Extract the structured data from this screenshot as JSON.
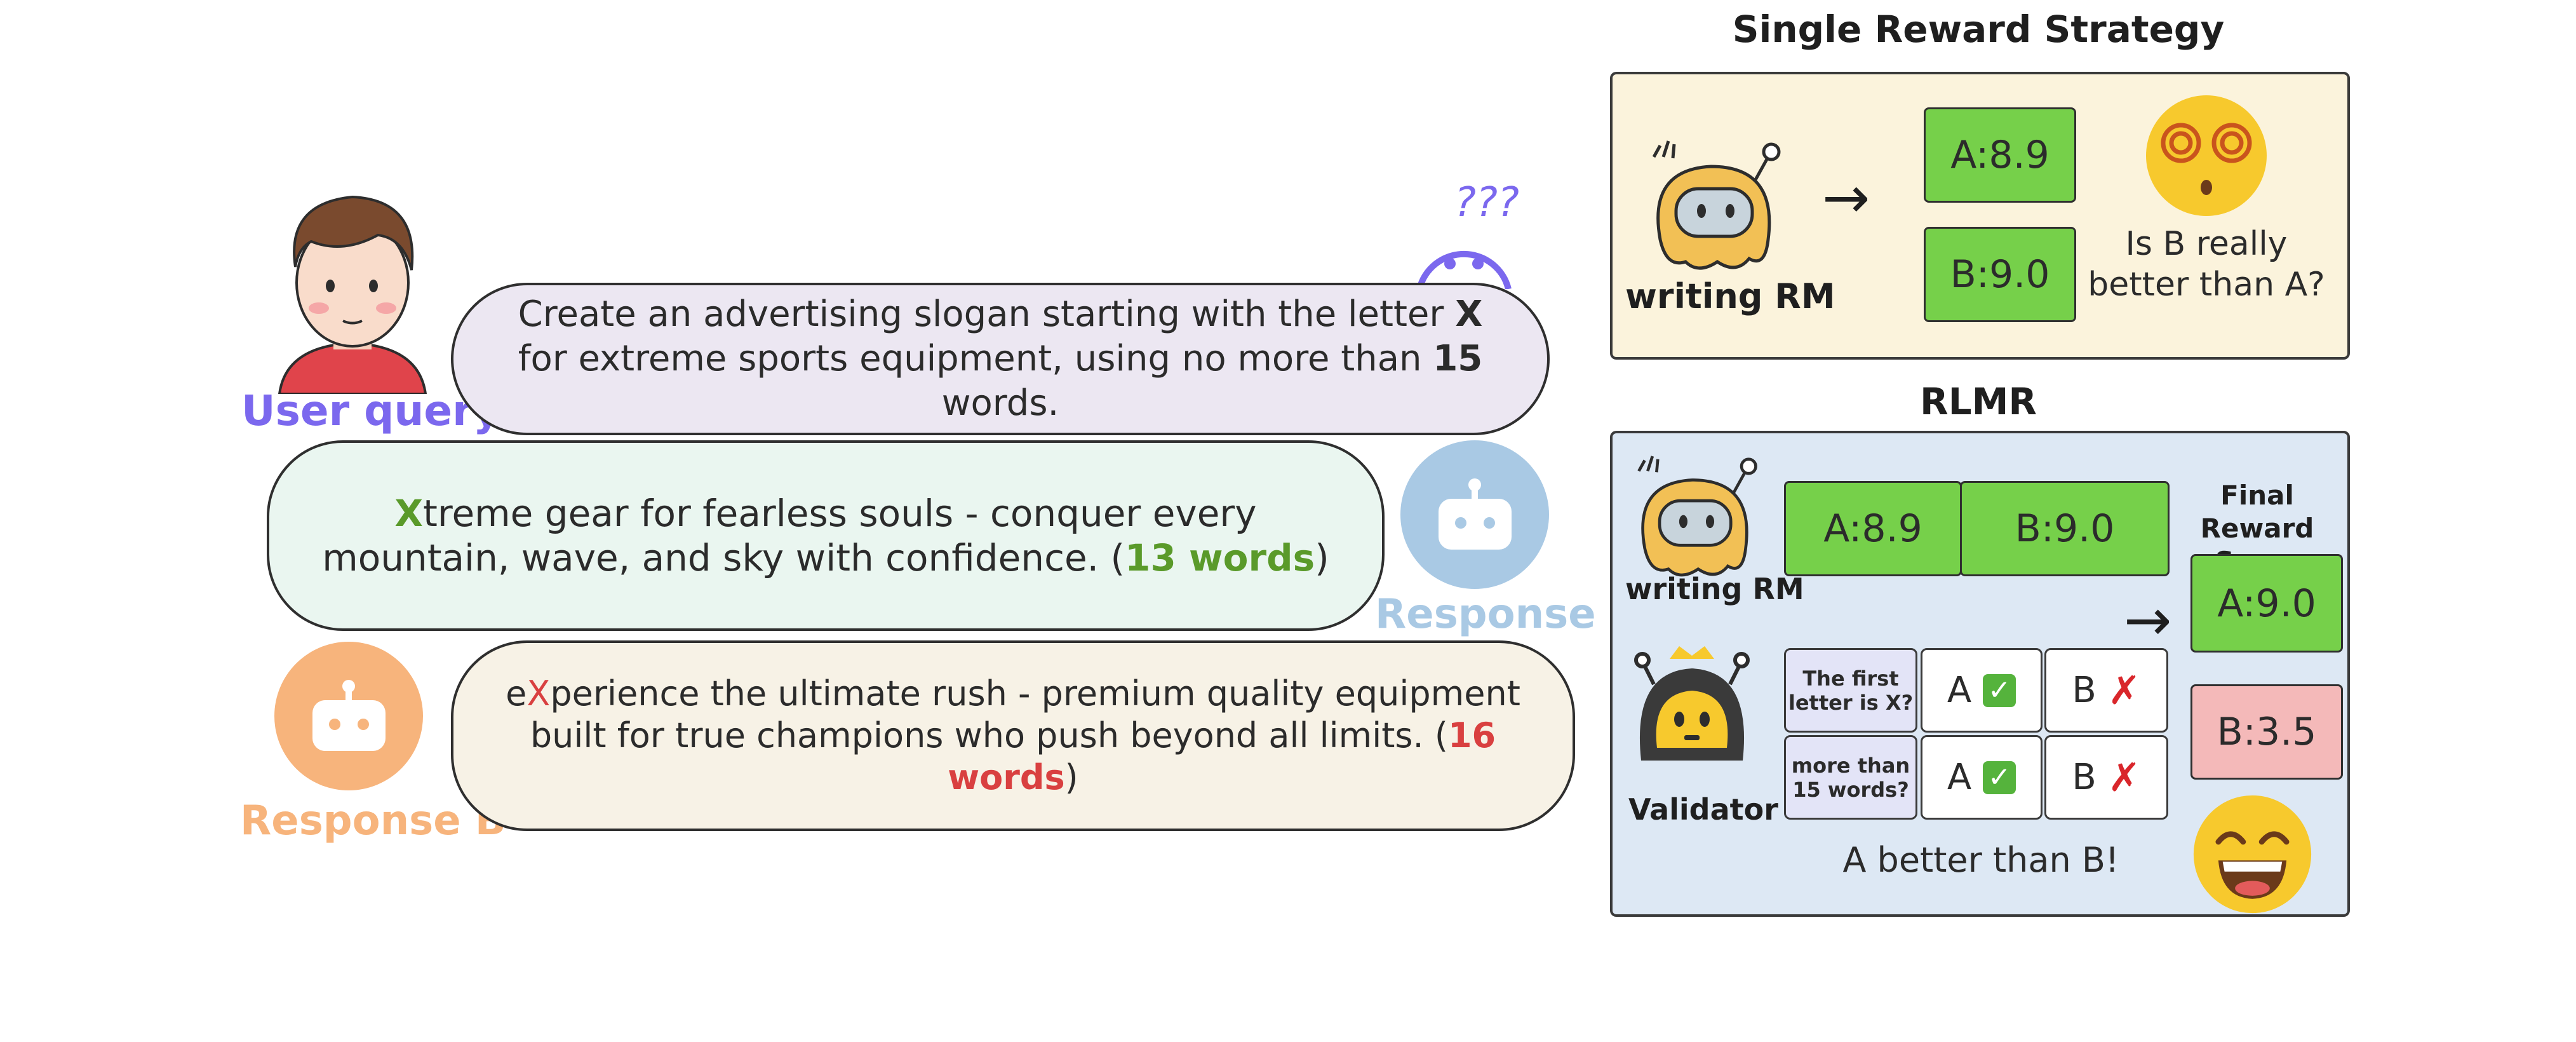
{
  "left": {
    "user_label": "User query",
    "query": {
      "pre": "Create an advertising slogan starting with the letter ",
      "x": "X",
      "mid": " for extreme sports equipment, using no more than ",
      "n": "15",
      "post": " words."
    },
    "response_a": {
      "label": "Response A",
      "first": "X",
      "rest": "treme gear for fearless souls - conquer every mountain, wave, and sky with confidence.",
      "open": "  (",
      "count": "13 words",
      "close": ")"
    },
    "response_b": {
      "label": "Response B",
      "e": "e",
      "x": "X",
      "rest": "perience the ultimate rush - premium quality equipment built for true champions who push beyond all limits.",
      "open": "  (",
      "count": "16 words",
      "close": ")"
    },
    "question_marks": "???"
  },
  "single": {
    "title": "Single Reward Strategy",
    "rm_label": "writing RM",
    "score_a": "A:8.9",
    "score_b": "B:9.0",
    "question": "Is B really better than A?",
    "arrow": "→"
  },
  "rlmr": {
    "title": "RLMR",
    "rm_label": "writing RM",
    "score_a": "A:8.9",
    "score_b": "B:9.0",
    "final_label": "Final Reward Score",
    "final_a": "A:9.0",
    "final_b": "B:3.5",
    "validator_label": "Validator",
    "q1": "The first letter is X?",
    "q2": "more than 15 words?",
    "a": "A",
    "b": "B",
    "check": "✓",
    "cross": "✗",
    "conclusion": "A better than B!",
    "arrow": "→"
  },
  "colors": {
    "query_bg": "#ece7f2",
    "resp_a_bg": "#eaf6f0",
    "resp_b_bg": "#f7f2e6",
    "single_bg": "#fbf3dc",
    "rlmr_bg": "#dde8f4",
    "green": "#76d04a",
    "pink": "#f4b9b9",
    "user_label": "#7b68ee",
    "resp_a_label": "#a9c9e4",
    "resp_b_label": "#f7b47c"
  }
}
